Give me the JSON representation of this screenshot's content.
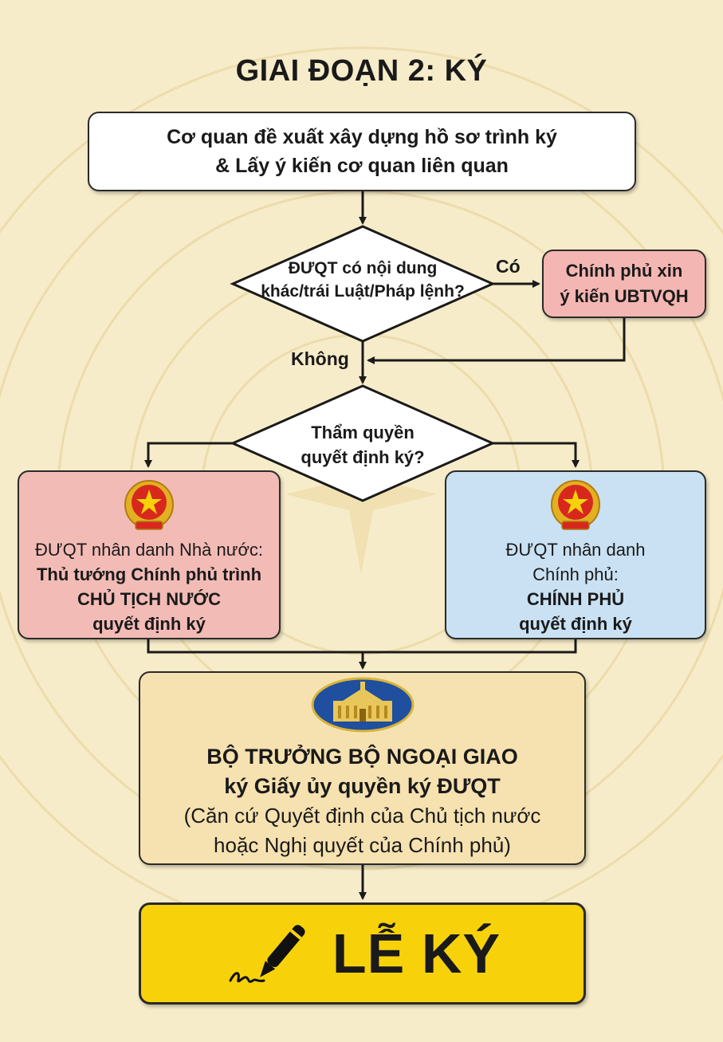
{
  "title": "GIAI ĐOẠN 2: KÝ",
  "proposal": {
    "line1": "Cơ quan đề xuất xây dựng hồ sơ trình ký",
    "line2": "& Lấy ý kiến cơ quan liên quan"
  },
  "decision1": {
    "line1": "ĐƯQT có nội dung",
    "line2": "khác/trái Luật/Pháp lệnh?",
    "yes_label": "Có",
    "no_label": "Không"
  },
  "ubtvqh": {
    "line1": "Chính phủ xin",
    "line2": "ý kiến UBTVQH"
  },
  "decision2": {
    "line1": "Thẩm quyền",
    "line2": "quyết định ký?"
  },
  "state_box": {
    "line1": "ĐƯQT nhân danh Nhà nước:",
    "line2": "Thủ tướng Chính phủ trình",
    "line3": "CHỦ TỊCH NƯỚC",
    "line4": "quyết định ký",
    "icon": "national-emblem-icon"
  },
  "gov_box": {
    "line1": "ĐƯQT nhân danh",
    "line2": "Chính phủ:",
    "line3": "CHÍNH PHỦ",
    "line4": "quyết định ký",
    "icon": "national-emblem-icon"
  },
  "mofa_box": {
    "line1": "BỘ TRƯỞNG BỘ NGOẠI GIAO",
    "line2": "ký Giấy ủy quyền ký ĐƯQT",
    "line3": "(Căn cứ Quyết định của Chủ tịch nước",
    "line4": "hoặc Nghị quyết của Chính phủ)",
    "icon": "ministry-building-icon"
  },
  "ceremony": {
    "label": "LỄ KÝ",
    "icon": "pen-signature-icon"
  },
  "colors": {
    "background": "#f7ecc9",
    "white_box": "#ffffff",
    "pink_box": "#f3bbb6",
    "blue_box": "#c9e1f3",
    "cream_box": "#f6e2b0",
    "yellow_box": "#f7d20a",
    "line": "#1a1a1a"
  }
}
